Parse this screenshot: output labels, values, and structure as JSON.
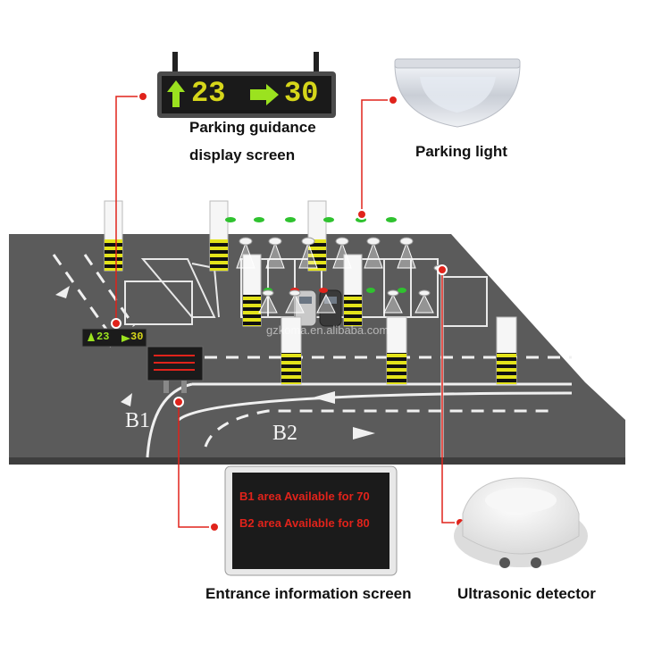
{
  "labels": {
    "guidance_line1": "Parking guidance",
    "guidance_line2": "display screen",
    "parking_light": "Parking light",
    "entrance_screen": "Entrance information screen",
    "ultrasonic": "Ultrasonic detector"
  },
  "guidance_display": {
    "left_number": "23",
    "right_number": "30",
    "small_left_number": "23",
    "small_right_number": "30"
  },
  "entrance_display": {
    "line1": "B1 area Available for 70",
    "line2": "B2 area Available for  80"
  },
  "floor_marks": {
    "zone_b1": "B1",
    "zone_b2": "B2"
  },
  "watermark": "gzkoma.en.alibaba.com",
  "colors": {
    "floor": "#5a5a5a",
    "led_green": "#9be21f",
    "led_yellow": "#d6d61a",
    "callout_red": "#e0231b",
    "led_red": "#e0231b",
    "panel_black": "#1b1b1b"
  }
}
